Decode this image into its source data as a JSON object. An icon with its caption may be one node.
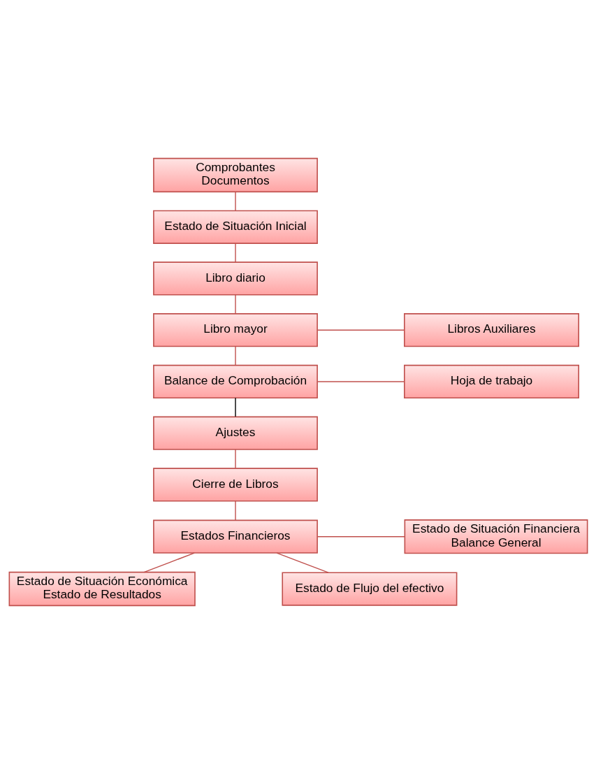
{
  "diagram": {
    "nodes": [
      {
        "text": [
          "Comprobantes",
          "Documentos"
        ]
      },
      {
        "text": [
          "Estado de Situación Inicial"
        ]
      },
      {
        "text": [
          "Libro diario"
        ]
      },
      {
        "text": [
          "Libro mayor"
        ]
      },
      {
        "text": [
          "Libros Auxiliares"
        ]
      },
      {
        "text": [
          "Balance de Comprobación"
        ]
      },
      {
        "text": [
          "Hoja de trabajo"
        ]
      },
      {
        "text": [
          "Ajustes"
        ]
      },
      {
        "text": [
          "Cierre de Libros"
        ]
      },
      {
        "text": [
          "Estados Financieros"
        ]
      },
      {
        "text": [
          "Estado de Situación Financiera",
          "Balance General"
        ]
      },
      {
        "text": [
          "Estado de Situación Económica",
          "Estado de Resultados"
        ]
      },
      {
        "text": [
          "Estado de Flujo del efectivo"
        ]
      }
    ],
    "edges": [
      {
        "from": 0,
        "to": 1,
        "arrow": "none"
      },
      {
        "from": 1,
        "to": 2,
        "arrow": "none"
      },
      {
        "from": 2,
        "to": 3,
        "arrow": "none"
      },
      {
        "from": 3,
        "to": 4,
        "arrow": "none"
      },
      {
        "from": 3,
        "to": 5,
        "arrow": "none"
      },
      {
        "from": 5,
        "to": 6,
        "arrow": "none"
      },
      {
        "from": 5,
        "to": 7,
        "arrow": "none",
        "color": "#000000"
      },
      {
        "from": 7,
        "to": 8,
        "arrow": "none"
      },
      {
        "from": 8,
        "to": 9,
        "arrow": "none"
      },
      {
        "from": 9,
        "to": 10,
        "arrow": "none"
      },
      {
        "from": 9,
        "to": 11,
        "arrow": "none"
      },
      {
        "from": 9,
        "to": 12,
        "arrow": "none"
      }
    ]
  }
}
